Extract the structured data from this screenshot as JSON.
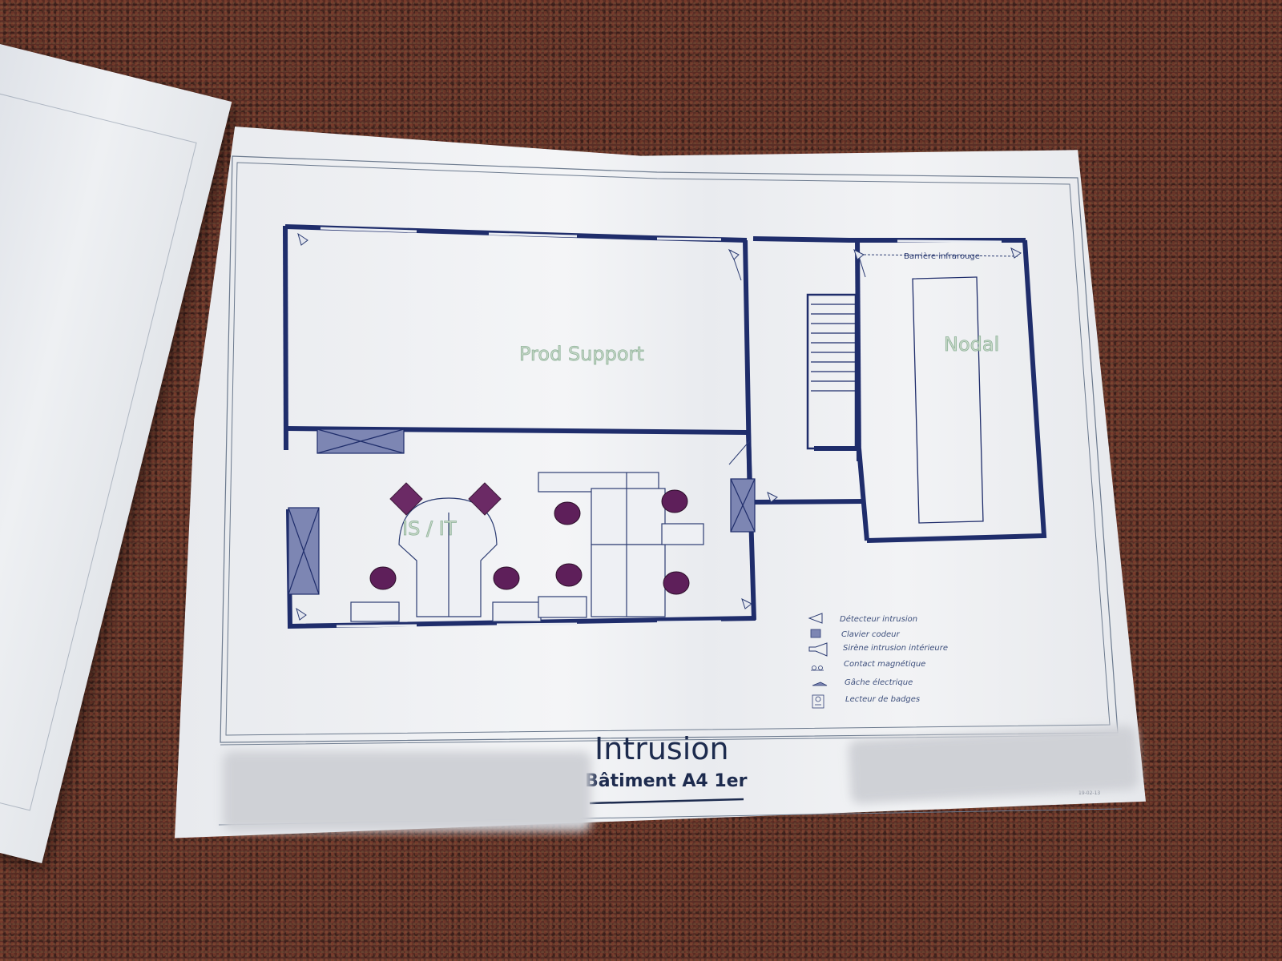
{
  "rooms": {
    "prod_support": "Prod Support",
    "nodal": "Nodal",
    "is_it": "IS / IT"
  },
  "barrier_label": "Barrière infrarouge",
  "legend": [
    {
      "icon": "motion-detector-icon",
      "label": "Détecteur intrusion"
    },
    {
      "icon": "keypad-icon",
      "label": "Clavier codeur"
    },
    {
      "icon": "siren-icon",
      "label": "Sirène intrusion intérieure"
    },
    {
      "icon": "magnetic-contact-icon",
      "label": "Contact magnétique"
    },
    {
      "icon": "electric-strike-icon",
      "label": "Gâche électrique"
    },
    {
      "icon": "badge-reader-icon",
      "label": "Lecteur de badges"
    }
  ],
  "title": {
    "main": "Intrusion",
    "sub": "Bâtiment A4 1er",
    "date": "19-02-13"
  },
  "colors": {
    "wall": "#1f2d6b",
    "chair": "#5e1f5a",
    "window": "#e9ecf2",
    "room_label": "#8fb39a"
  }
}
